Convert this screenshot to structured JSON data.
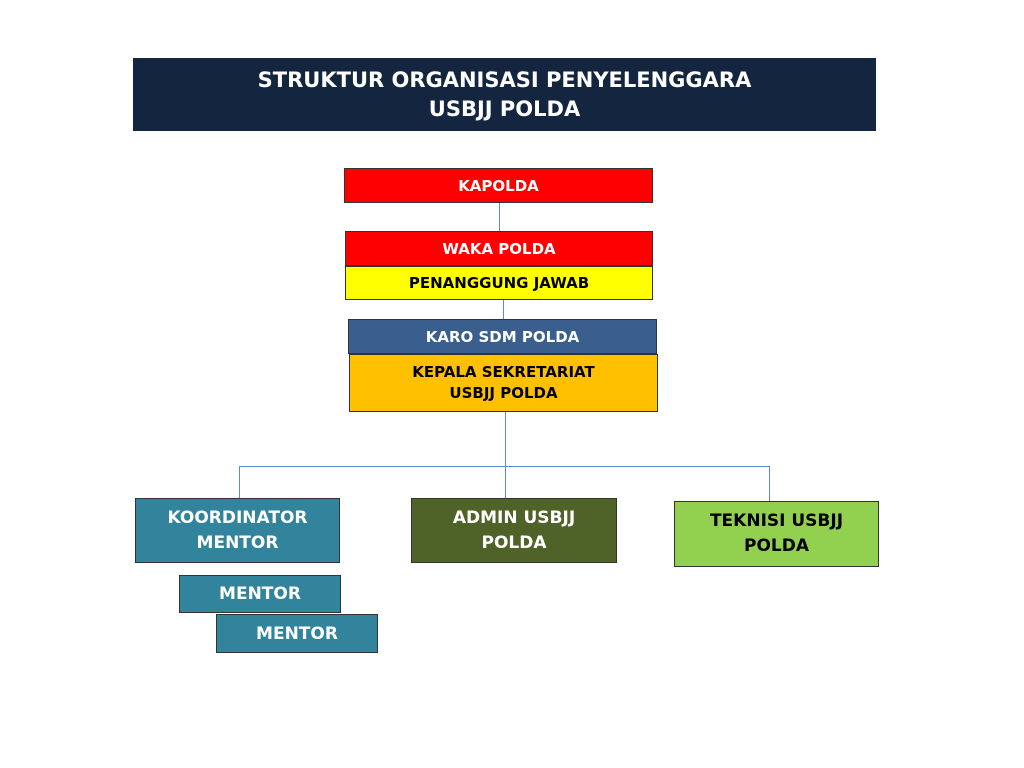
{
  "title": {
    "line1": "STRUKTUR ORGANISASI PENYELENGGARA",
    "line2": "USBJJ POLDA"
  },
  "nodes": {
    "kapolda": {
      "label": "KAPOLDA",
      "color": "#ff0000"
    },
    "waka_polda": {
      "label": "WAKA POLDA",
      "color": "#ff0000"
    },
    "penanggung_jawab": {
      "label": "PENANGGUNG JAWAB",
      "color": "#ffff00"
    },
    "karo_sdm": {
      "label": "KARO SDM POLDA",
      "color": "#3a5f8f"
    },
    "kepala_sekretariat": {
      "line1": "KEPALA SEKRETARIAT",
      "line2": "USBJJ POLDA",
      "color": "#ffc000"
    },
    "koordinator_mentor": {
      "line1": "KOORDINATOR",
      "line2": "MENTOR",
      "color": "#31849b"
    },
    "admin": {
      "line1": "ADMIN USBJJ",
      "line2": "POLDA",
      "color": "#4f6228"
    },
    "teknisi": {
      "line1": "TEKNISI USBJJ",
      "line2": "POLDA",
      "color": "#92d050"
    },
    "mentor_1": {
      "label": "MENTOR",
      "color": "#31849b"
    },
    "mentor_2": {
      "label": "MENTOR",
      "color": "#31849b"
    }
  },
  "connector_color": "#5b8cc9"
}
